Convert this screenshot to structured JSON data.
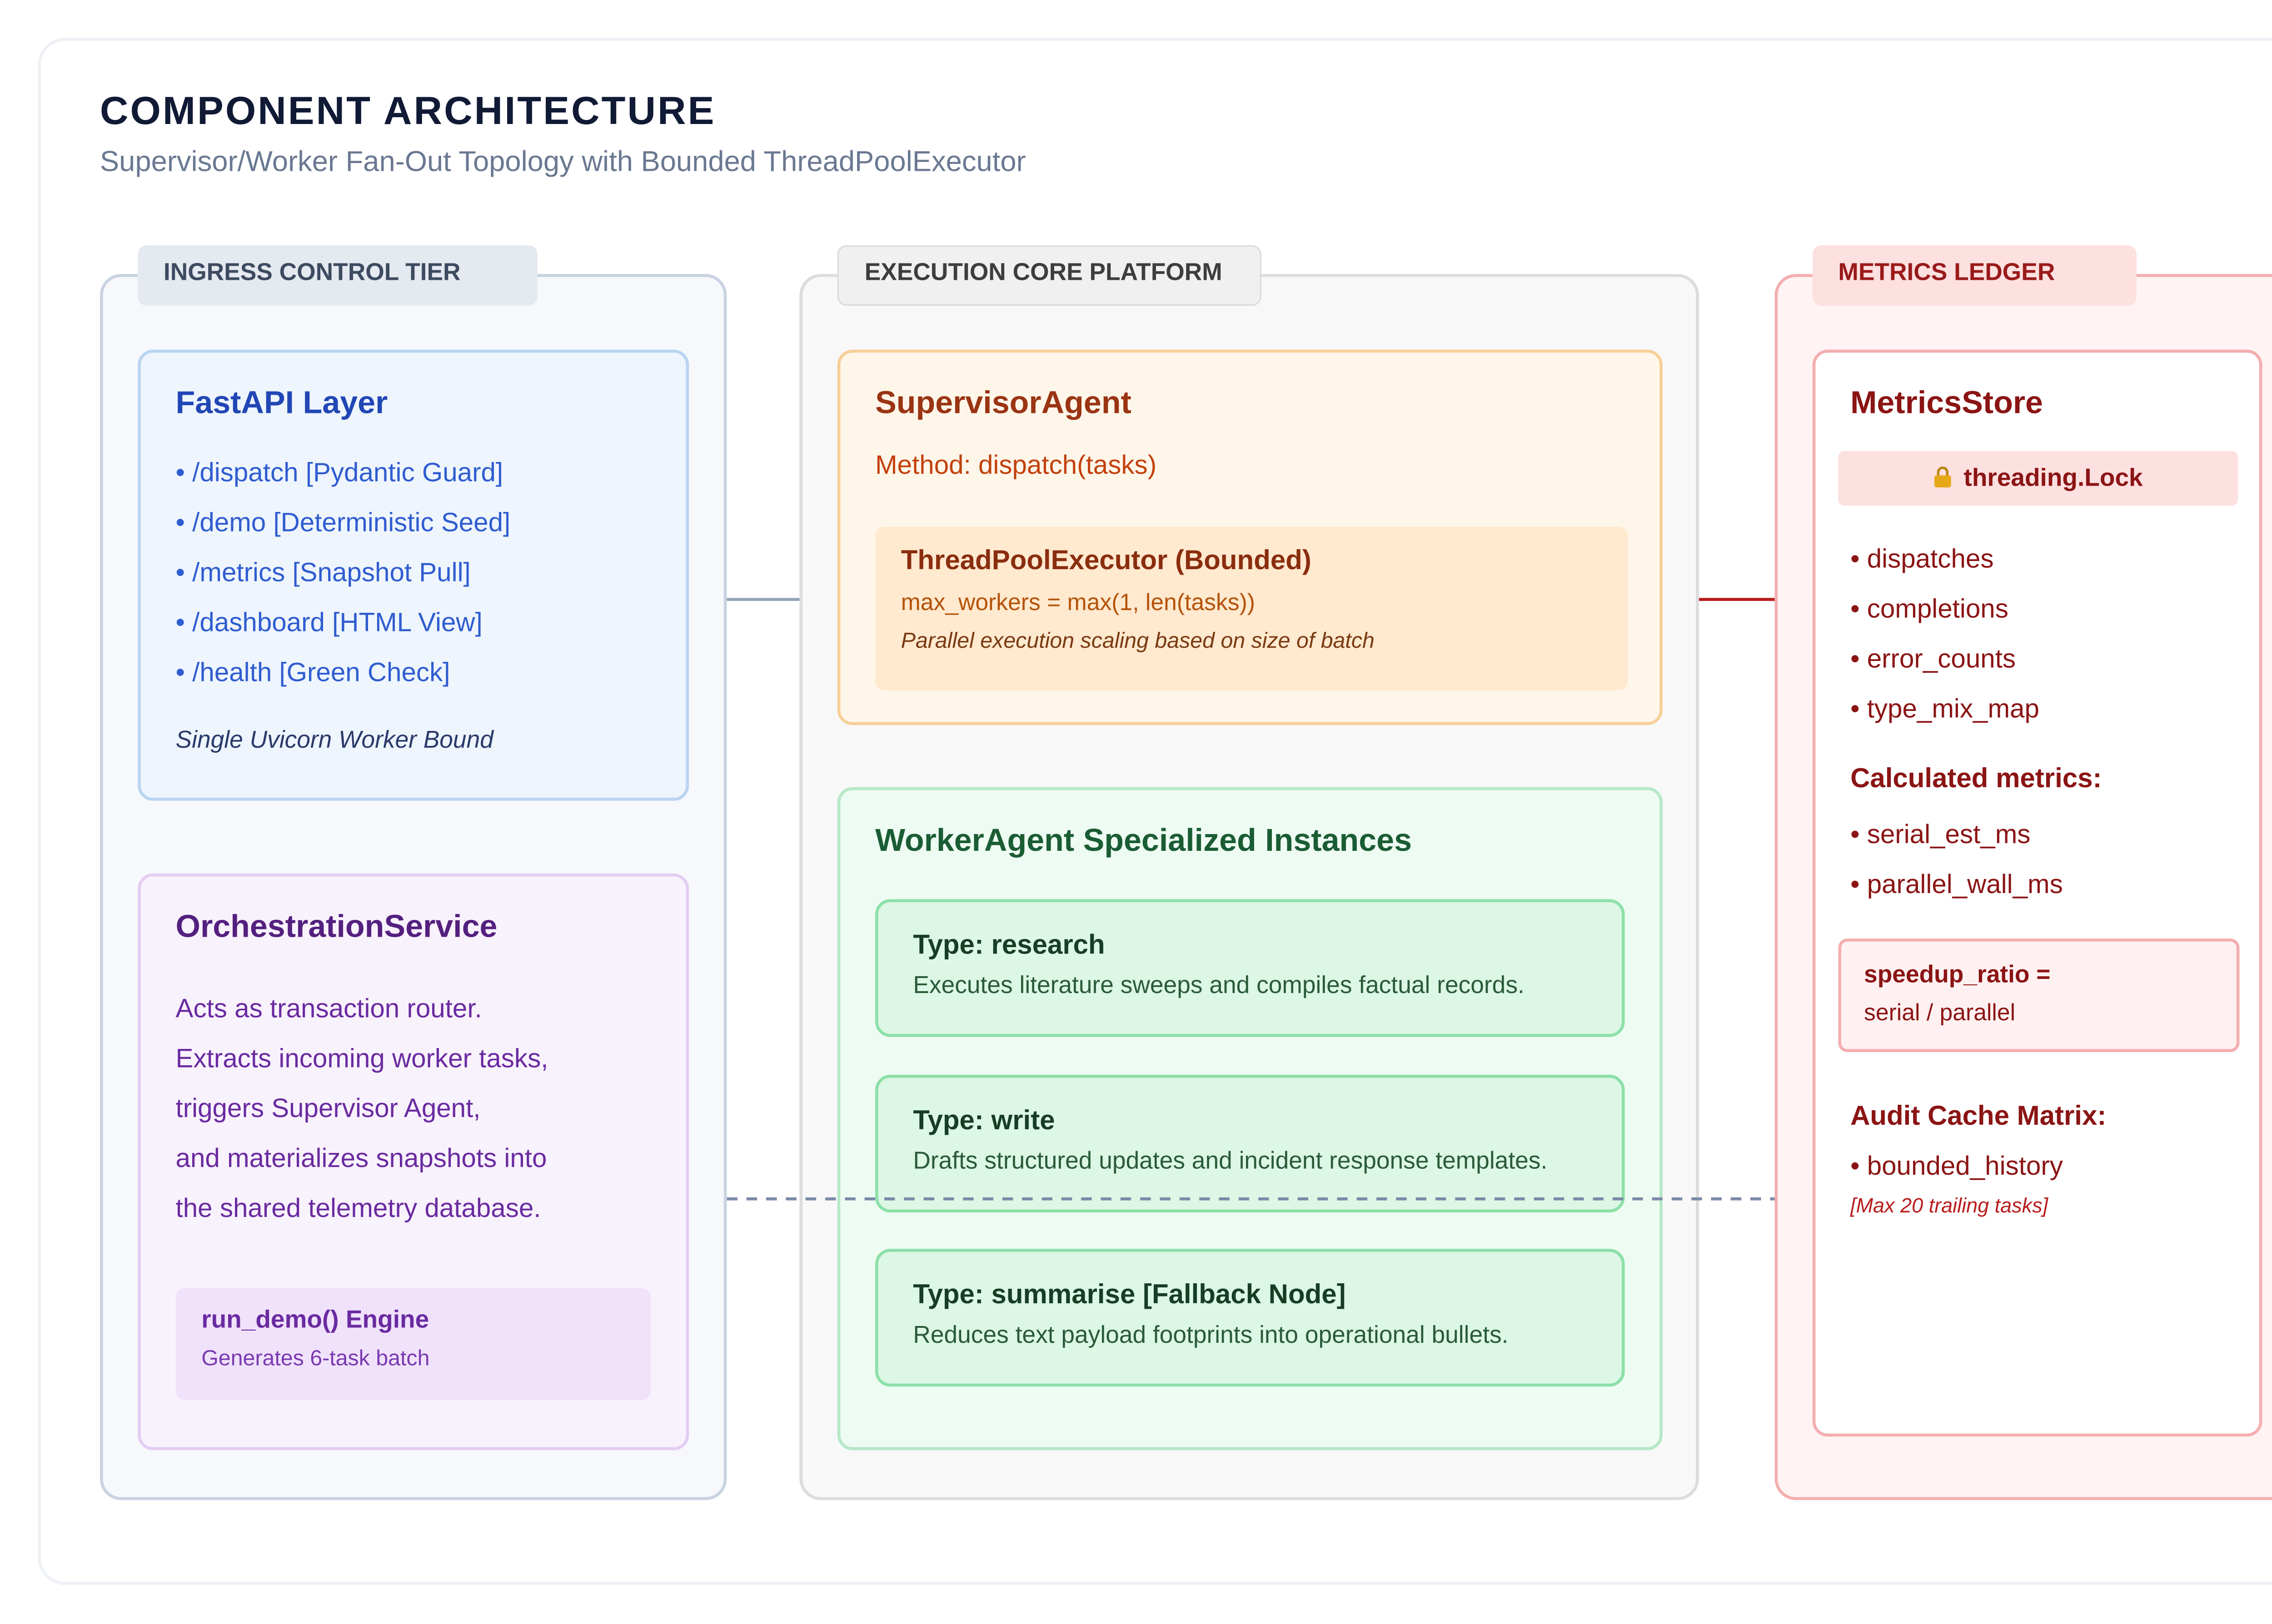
{
  "header": {
    "title": "COMPONENT ARCHITECTURE",
    "subtitle": "Supervisor/Worker Fan-Out Topology with Bounded ThreadPoolExecutor"
  },
  "ingress": {
    "label": "INGRESS CONTROL TIER",
    "fastapi": {
      "title": "FastAPI Layer",
      "routes": [
        "• /dispatch [Pydantic Guard]",
        "• /demo [Deterministic Seed]",
        "• /metrics [Snapshot Pull]",
        "• /dashboard [HTML View]",
        "• /health [Green Check]"
      ],
      "note": "Single Uvicorn Worker Bound"
    },
    "orchestration": {
      "title": "OrchestrationService",
      "lines": [
        "Acts as transaction router.",
        "Extracts incoming worker tasks,",
        "triggers Supervisor Agent,",
        "and materializes snapshots into",
        "the shared telemetry database."
      ],
      "engine_title": "run_demo() Engine",
      "engine_desc": "Generates 6-task batch"
    }
  },
  "core": {
    "label": "EXECUTION CORE PLATFORM",
    "supervisor": {
      "title": "SupervisorAgent",
      "method": "Method: dispatch(tasks)",
      "pool_title": "ThreadPoolExecutor (Bounded)",
      "pool_formula": "max_workers = max(1, len(tasks))",
      "pool_note": "Parallel execution scaling based on size of batch"
    },
    "workers": {
      "title": "WorkerAgent Specialized Instances",
      "items": [
        {
          "type": "Type: research",
          "desc": "Executes literature sweeps and compiles factual records."
        },
        {
          "type": "Type: write",
          "desc": "Drafts structured updates and incident response templates."
        },
        {
          "type": "Type: summarise [Fallback Node]",
          "desc": "Reduces text payload footprints into operational bullets."
        }
      ]
    }
  },
  "metrics": {
    "label": "METRICS LEDGER",
    "store_title": "MetricsStore",
    "lock_icon": "lock-icon",
    "lock_label": "threading.Lock",
    "counters": [
      "• dispatches",
      "• completions",
      "• error_counts",
      "• type_mix_map"
    ],
    "calc_title": "Calculated metrics:",
    "calc_items": [
      "• serial_est_ms",
      "• parallel_wall_ms"
    ],
    "ratio_title": "speedup_ratio =",
    "ratio_desc": "serial / parallel",
    "audit_title": "Audit Cache Matrix:",
    "audit_item": "• bounded_history",
    "audit_note": "[Max 20 trailing tasks]"
  },
  "colors": {
    "ingress": "#5a7bd0",
    "fastapi_text": "#2a51c0",
    "orchestration_text": "#5a2a8c",
    "supervisor_text": "#9a3a12",
    "worker_text": "#1a5a33",
    "metrics_text": "#9a1a1a"
  }
}
